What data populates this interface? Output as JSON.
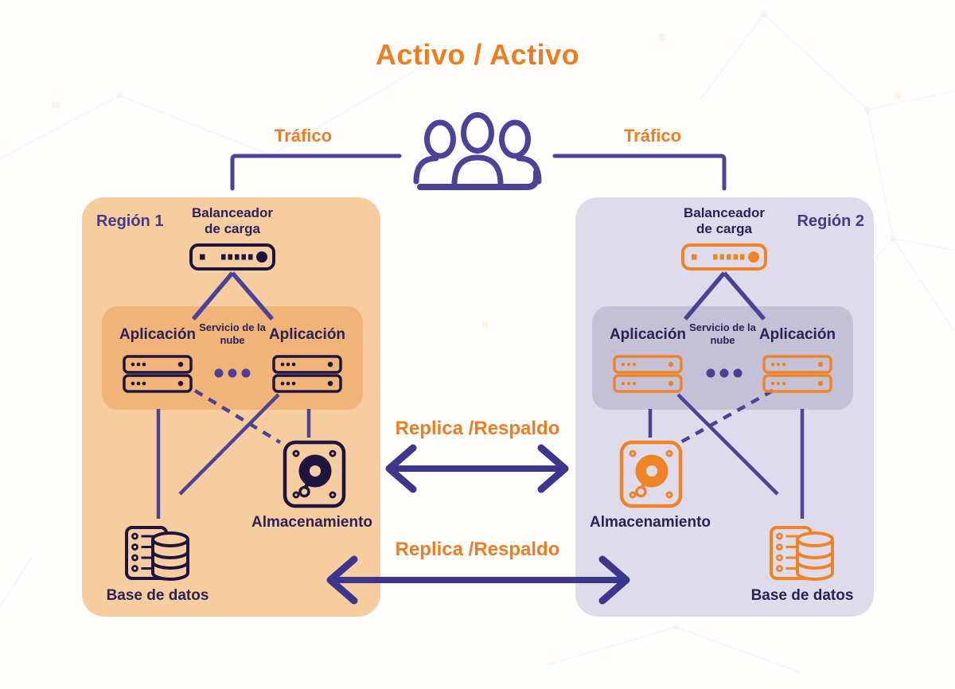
{
  "title": "Activo / Activo",
  "traffic": {
    "left": "Tráfico",
    "right": "Tráfico"
  },
  "replication": {
    "top": "Replica /Respaldo",
    "bottom": "Replica /Respaldo"
  },
  "regions": [
    {
      "name": "Región 1",
      "load_balancer": "Balanceador de carga",
      "app_left": "Aplicación",
      "cloud_service": "Servicio de la nube",
      "app_right": "Aplicación",
      "storage": "Almacenamiento",
      "database": "Base de datos",
      "icon_color": "#1D1440",
      "bg_color": "#F7CDA0",
      "inner_bg_color": "#F0B378"
    },
    {
      "name": "Región 2",
      "load_balancer": "Balanceador de carga",
      "app_left": "Aplicación",
      "cloud_service": "Servicio de la nube",
      "app_right": "Aplicación",
      "storage": "Almacenamiento",
      "database": "Base de datos",
      "icon_color": "#F08326",
      "bg_color": "#DEDCEA",
      "inner_bg_color": "#C4C1D7"
    }
  ],
  "colors": {
    "title_orange": "#EE7C21",
    "line_purple": "#4B4397",
    "arrow_purple": "#3C368C",
    "label_ink": "#2A2158",
    "region_name_ink": "#433A8C",
    "ellipsis_dots": "#4C3F99"
  },
  "icons": {
    "users": "users-icon",
    "load_balancer": "load-balancer-icon",
    "server": "server-stack-icon",
    "storage": "disk-storage-icon",
    "database": "database-icon",
    "ellipsis": "ellipsis-dots-icon"
  }
}
